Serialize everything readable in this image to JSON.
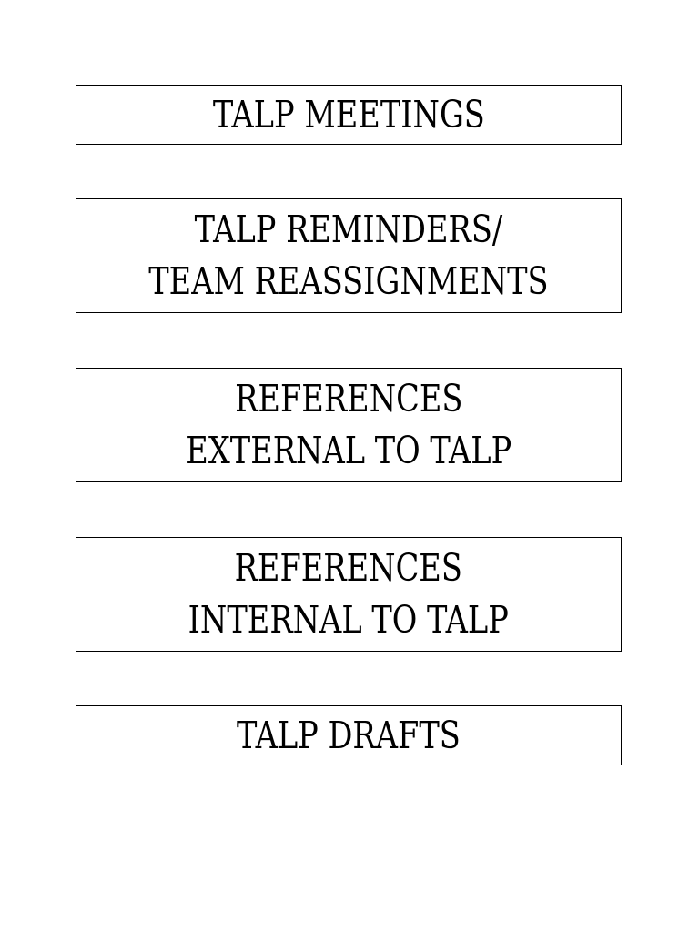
{
  "labels": [
    {
      "lines": [
        "TALP MEETINGS"
      ]
    },
    {
      "lines": [
        "TALP REMINDERS/",
        "TEAM REASSIGNMENTS"
      ]
    },
    {
      "lines": [
        "REFERENCES",
        "EXTERNAL TO TALP"
      ]
    },
    {
      "lines": [
        "REFERENCES",
        "INTERNAL TO TALP"
      ]
    },
    {
      "lines": [
        "TALP DRAFTS"
      ]
    }
  ]
}
